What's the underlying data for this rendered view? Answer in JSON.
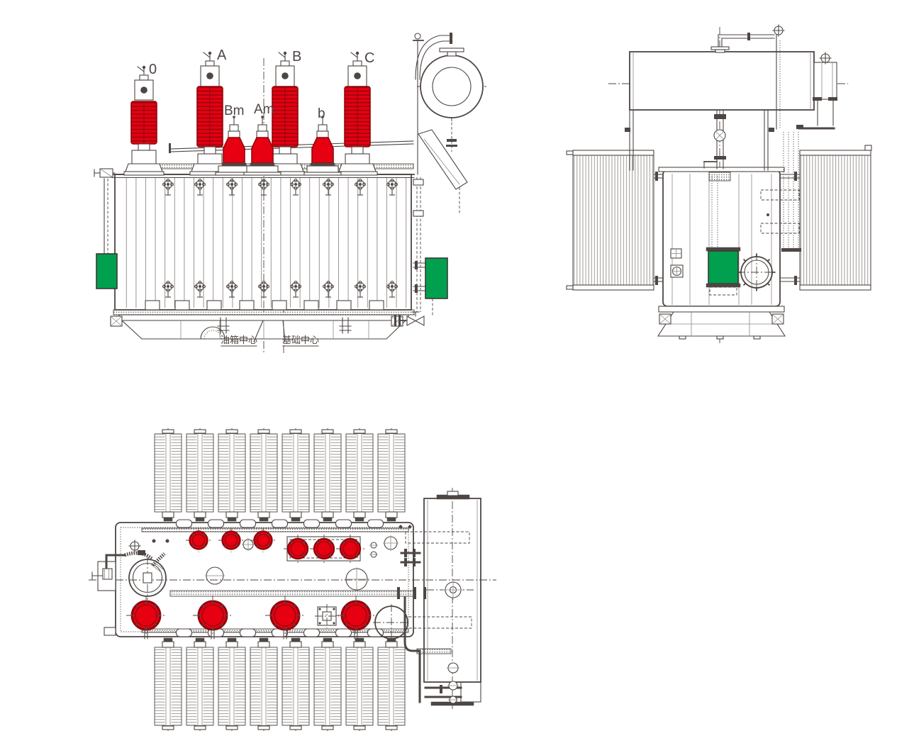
{
  "colors": {
    "red": "#e60012",
    "red_dark": "#90070c",
    "green": "#00a04e",
    "line": "#4d4643",
    "line_light": "#8e8884",
    "paper": "#ffffff"
  },
  "front_view": {
    "hv_labels": [
      "0",
      "A",
      "B",
      "C"
    ],
    "lv_labels": [
      "Bm",
      "Am",
      "b"
    ],
    "callouts": {
      "tank_center": "油箱中心",
      "foundation_center": "基础中心"
    }
  }
}
